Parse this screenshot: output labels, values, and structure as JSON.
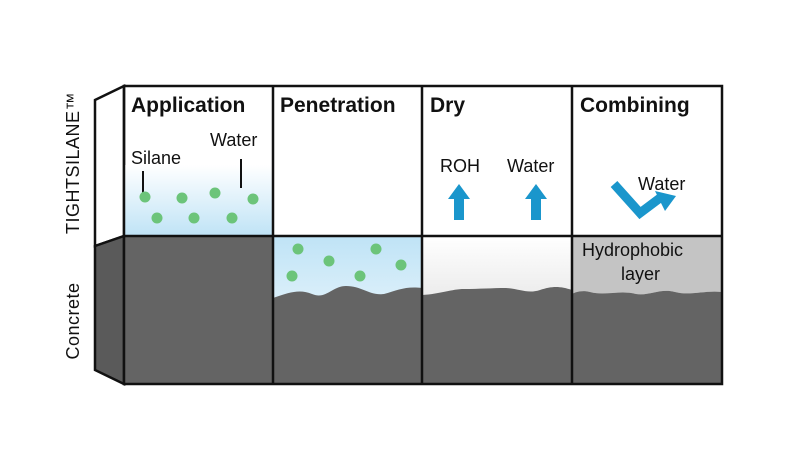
{
  "side_labels": {
    "top": "TIGHTSILANE™",
    "bottom": "Concrete"
  },
  "stages": [
    {
      "title": "Application"
    },
    {
      "title": "Penetration"
    },
    {
      "title": "Dry"
    },
    {
      "title": "Combining"
    }
  ],
  "application": {
    "silane_label": "Silane",
    "water_label": "Water"
  },
  "dry": {
    "roh_label": "ROH",
    "water_label": "Water"
  },
  "combining": {
    "water_label": "Water",
    "layer_line1": "Hydrophobic",
    "layer_line2": "layer"
  },
  "colors": {
    "outline": "#111111",
    "concrete": "#646464",
    "side_panel": "#5a5a5a",
    "silane_blue": "#bfe3f6",
    "dot_green": "#6cc47a",
    "arrow_blue": "#1a96cc",
    "dry_gray": "#d2d2d2",
    "hydrophobic_gray": "#c4c4c4"
  }
}
